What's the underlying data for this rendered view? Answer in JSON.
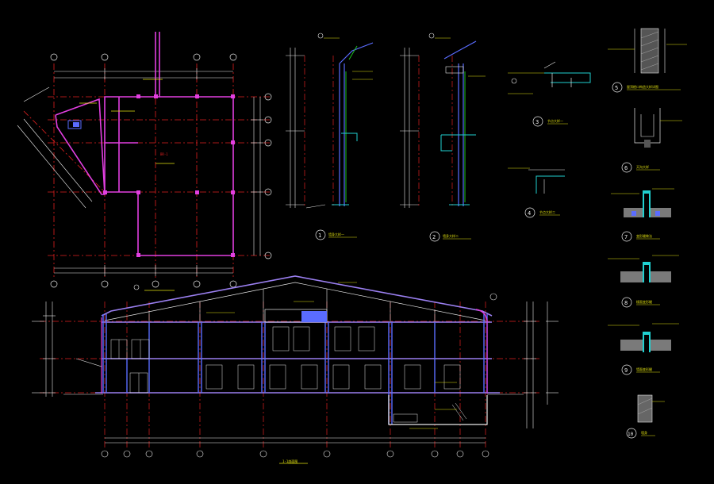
{
  "colors": {
    "background": "#000000",
    "wall": "#e23fe0",
    "axis": "#e02020",
    "dimension": "#e8e8e8",
    "annotation": "#e0e010",
    "structure": "#5a6cff",
    "detail": "#20d0d0",
    "green": "#20c020",
    "roof": "#9a7ff0",
    "fill": "#8a8a8a"
  },
  "plan": {
    "room_label": "BR-1"
  },
  "details": [
    {
      "number": "1",
      "title": "墙身大样一"
    },
    {
      "number": "2",
      "title": "墙身大样二"
    },
    {
      "number": "3",
      "title": "节点大样一"
    },
    {
      "number": "4",
      "title": "节点大样二"
    },
    {
      "number": "5",
      "title": "屋顶檐口构造大样详图"
    },
    {
      "number": "6",
      "title": "天沟大样"
    },
    {
      "number": "7",
      "title": "变形缝做法"
    },
    {
      "number": "8",
      "title": "楼面变形缝"
    },
    {
      "number": "9",
      "title": "墙面变形缝"
    },
    {
      "number": "10",
      "title": "墙身"
    }
  ],
  "section": {
    "title": "1-1剖面图"
  }
}
